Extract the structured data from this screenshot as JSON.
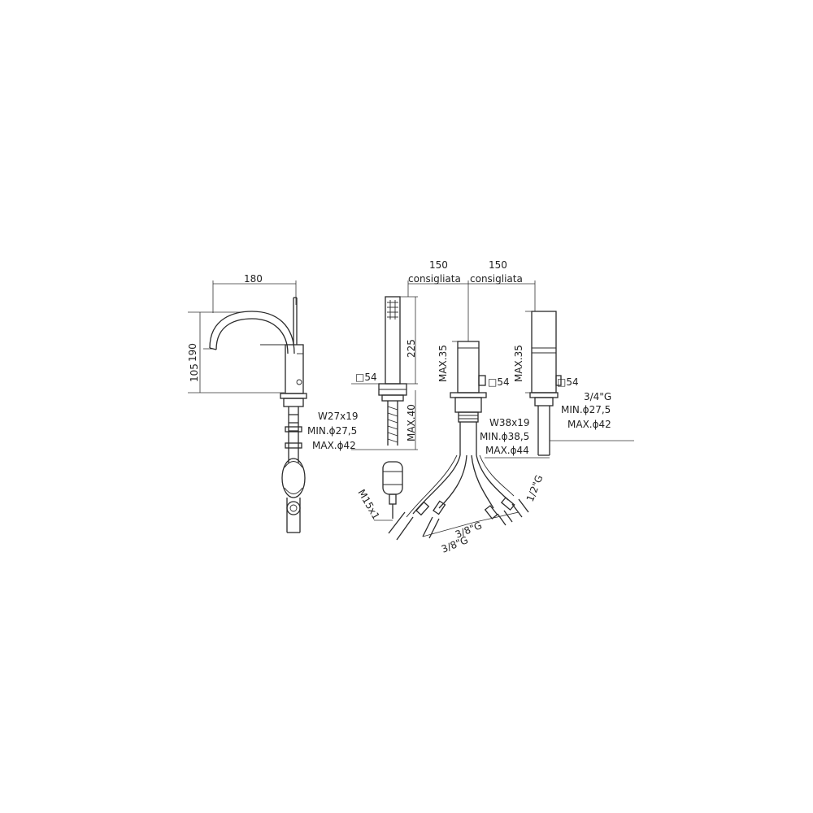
{
  "labels": {
    "spout_width": "180",
    "spout_total_height": "190",
    "spout_outlet_height": "105",
    "spout_connection": "W27x19",
    "spout_min_hole": "MIN.ϕ27,5",
    "spout_max_hole": "MAX.ϕ42",
    "shower_height": "225",
    "shower_square": "□54",
    "shower_max": "MAX.40",
    "hose_thread": "M15x1",
    "spacing_1": "150",
    "spacing_1_note": "consigliata",
    "spacing_2": "150",
    "spacing_2_note": "consigliata",
    "mixer_max": "MAX.35",
    "mixer_square": "□54",
    "mixer_connection": "W38x19",
    "mixer_min_hole": "MIN.ϕ38,5",
    "mixer_max_hole": "MAX.ϕ44",
    "diverter_max": "MAX.35",
    "diverter_square": "□54",
    "diverter_thread": "3/4\"G",
    "diverter_min_hole": "MIN.ϕ27,5",
    "diverter_max_hole": "MAX.ϕ42",
    "pipe_1": "3/8\"G",
    "pipe_2": "3/8\"G",
    "pipe_3": "1/2\"G"
  }
}
